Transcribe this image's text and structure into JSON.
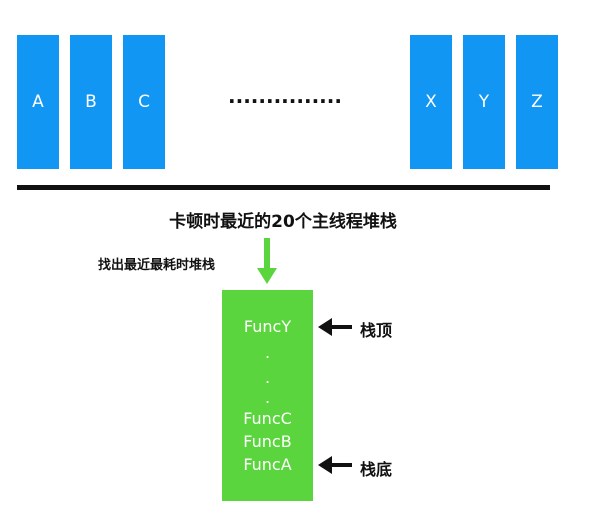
{
  "threads": [
    "A",
    "B",
    "C",
    "X",
    "Y",
    "Z"
  ],
  "ellipsis": "..................",
  "caption": "卡顿时最近的20个主线程堆栈",
  "find_label": "找出最近最耗时堆栈",
  "call_stack": [
    "FuncY",
    ".",
    ".",
    ".",
    "FuncC",
    "FuncB",
    "FuncA"
  ],
  "stack_top_label": "栈顶",
  "stack_bottom_label": "栈底",
  "colors": {
    "thread_box": "#1296f3",
    "call_stack_box": "#5bd53d",
    "arrow_green": "#5bd53d",
    "arrow_black": "#111111"
  }
}
